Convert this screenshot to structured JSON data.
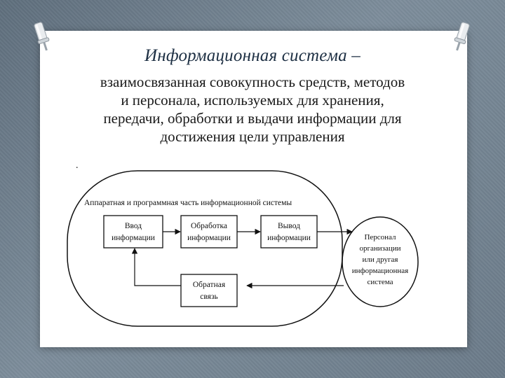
{
  "slide": {
    "title": "Информационная система",
    "title_dash": " –",
    "definition_lines": [
      "взаимосвязанная совокупность средств, методов",
      "и персонала, используемых для хранения,",
      "передачи, обработки и выдачи информации для",
      "достижения цели управления"
    ],
    "stray_mark": "."
  },
  "diagram": {
    "container_label": "Аппаратная и программная часть информационной системы",
    "boxes": {
      "input": [
        "Ввод",
        "информации"
      ],
      "processing": [
        "Обработка",
        "информации"
      ],
      "output": [
        "Вывод",
        "информации"
      ],
      "feedback": [
        "Обратная",
        "связь"
      ]
    },
    "personnel": [
      "Персонал",
      "организации",
      "или другая",
      "информационная",
      "система"
    ]
  },
  "colors": {
    "background": "#6b7b89",
    "card": "#ffffff",
    "title": "#1d2f43",
    "diagram_ink": "#111111"
  },
  "icons": [
    "pushpin-icon",
    "pushpin-icon"
  ]
}
